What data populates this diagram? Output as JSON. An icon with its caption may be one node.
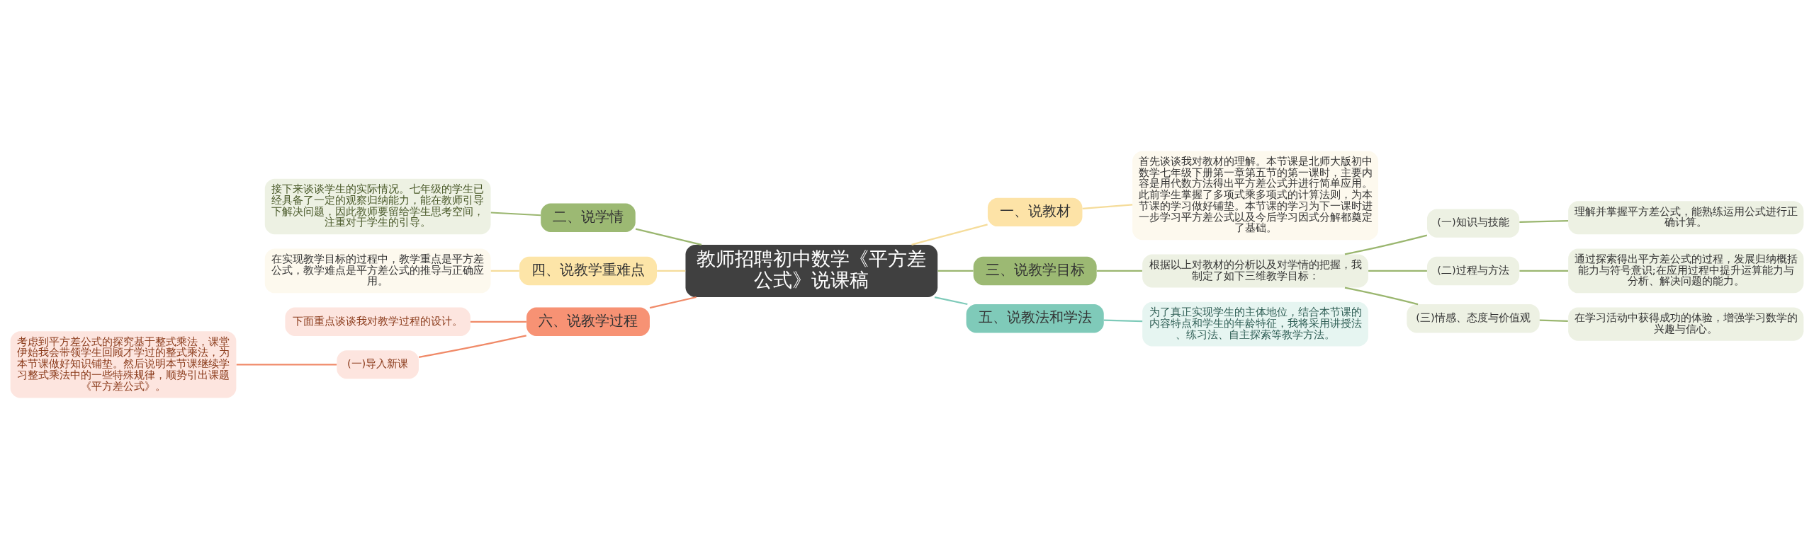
{
  "diagram": {
    "nodes": [
      {
        "text": [
          "教师招聘初中数学《平方差公式》说课稿"
        ]
      },
      {
        "text": [
          "一、说教材"
        ]
      },
      {
        "text": [
          "首先谈谈我对教材的理解。本节课是北师大版初中数学七年级下册第一章第五节的第一课时，主要内容是用代数方法得出平方差公式并进行简单应用。此前学生掌握了多项式乘多项式的计算法则，为本节课的学习做好铺垫。本节课的学习为下一课时进一步学习平方差公式以及今后学习因式分解都奠定了基础。"
        ]
      },
      {
        "text": [
          "二、说学情"
        ]
      },
      {
        "text": [
          "接下来谈谈学生的实际情况。七年级的学生已经具备了一定的观察归纳能力，能在教师引导下解决问题，因此教师要留给学生思考空间，注重对于学生的引导。"
        ]
      },
      {
        "text": [
          "三、说教学目标"
        ]
      },
      {
        "text": [
          "根据以上对教材的分析以及对学情的把握，我制定了如下三维教学目标："
        ]
      },
      {
        "text": [
          "(一)知识与技能"
        ]
      },
      {
        "text": [
          "理解并掌握平方差公式，能熟练运用公式进行正确计算。"
        ]
      },
      {
        "text": [
          "(二)过程与方法"
        ]
      },
      {
        "text": [
          "通过探索得出平方差公式的过程，发展归纳概括能力与符号意识;在应用过程中提升运算能力与分析、解决问题的能力。"
        ]
      },
      {
        "text": [
          "(三)情感、态度与价值观"
        ]
      },
      {
        "text": [
          "在学习活动中获得成功的体验，增强学习数学的兴趣与信心。"
        ]
      },
      {
        "text": [
          "四、说教学重难点"
        ]
      },
      {
        "text": [
          "在实现教学目标的过程中，教学重点是平方差公式，教学难点是平方差公式的推导与正确应用。"
        ]
      },
      {
        "text": [
          "五、说教法和学法"
        ]
      },
      {
        "text": [
          "为了真正实现学生的主体地位，结合本节课的内容特点和学生的年龄特征，我将采用讲授法、练习法、自主探索等教学方法。"
        ]
      },
      {
        "text": [
          "六、说教学过程"
        ]
      },
      {
        "text": [
          "下面重点谈谈我对教学过程的设计。"
        ]
      },
      {
        "text": [
          "(一)导入新课"
        ]
      },
      {
        "text": [
          "考虑到平方差公式的探究基于整式乘法，课堂伊始我会带领学生回顾才学过的整式乘法，为本节课做好知识铺垫。然后说明本节课继续学习整式乘法中的一些特殊规律，顺势引出课题《平方差公式》。"
        ]
      }
    ],
    "edges": [
      {
        "from": 0,
        "to": 1,
        "arrow": "none",
        "color": "#f5dc9a"
      },
      {
        "from": 1,
        "to": 2,
        "arrow": "none",
        "color": "#f5dc9a"
      },
      {
        "from": 0,
        "to": 3,
        "arrow": "none"
      },
      {
        "from": 3,
        "to": 4,
        "arrow": "none"
      },
      {
        "from": 0,
        "to": 5,
        "arrow": "none"
      },
      {
        "from": 5,
        "to": 6,
        "arrow": "none"
      },
      {
        "from": 6,
        "to": 7,
        "arrow": "none"
      },
      {
        "from": 7,
        "to": 8,
        "arrow": "none"
      },
      {
        "from": 6,
        "to": 9,
        "arrow": "none"
      },
      {
        "from": 9,
        "to": 10,
        "arrow": "none"
      },
      {
        "from": 6,
        "to": 11,
        "arrow": "none"
      },
      {
        "from": 11,
        "to": 12,
        "arrow": "none"
      },
      {
        "from": 0,
        "to": 13,
        "arrow": "none",
        "color": "#f5dc9a"
      },
      {
        "from": 13,
        "to": 14,
        "arrow": "none",
        "color": "#f5dc9a"
      },
      {
        "from": 0,
        "to": 15,
        "arrow": "none",
        "color": "#7ecab9"
      },
      {
        "from": 15,
        "to": 16,
        "arrow": "none",
        "color": "#7ecab9"
      },
      {
        "from": 0,
        "to": 17,
        "arrow": "none",
        "color": "#f08a68"
      },
      {
        "from": 17,
        "to": 18,
        "arrow": "none",
        "color": "#f08a68"
      },
      {
        "from": 17,
        "to": 19,
        "arrow": "none",
        "color": "#f08a68"
      },
      {
        "from": 19,
        "to": 20,
        "arrow": "none",
        "color": "#f08a68"
      }
    ]
  }
}
